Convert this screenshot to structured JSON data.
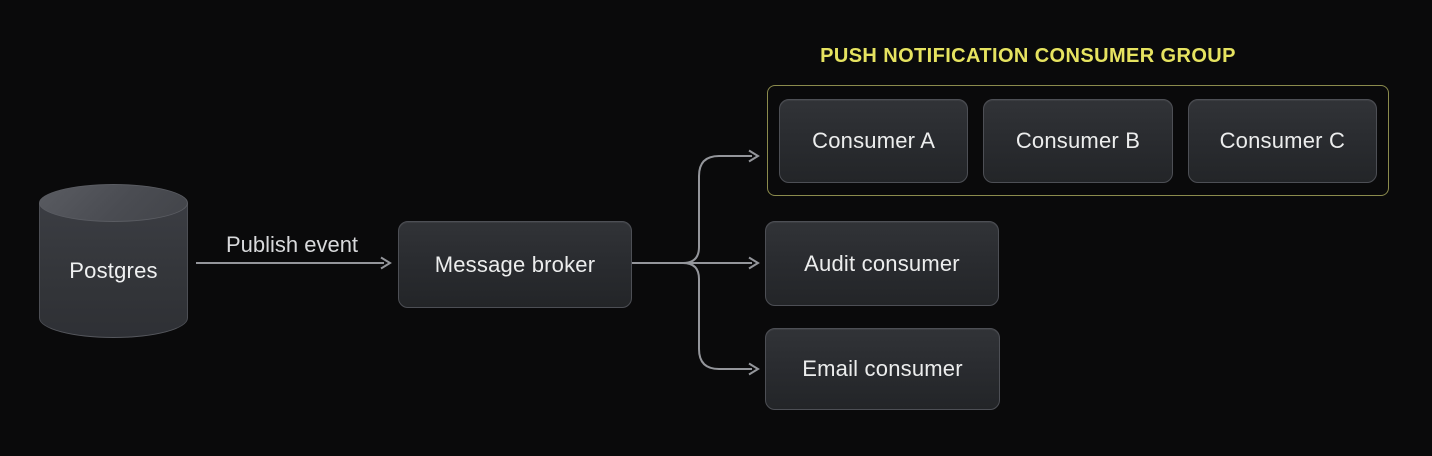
{
  "nodes": {
    "postgres": {
      "label": "Postgres"
    },
    "message_broker": {
      "label": "Message broker"
    },
    "audit_consumer": {
      "label": "Audit consumer"
    },
    "email_consumer": {
      "label": "Email consumer"
    }
  },
  "edges": {
    "publish_event": {
      "label": "Publish event"
    }
  },
  "consumer_group": {
    "title": "PUSH NOTIFICATION CONSUMER GROUP",
    "members": [
      {
        "label": "Consumer A"
      },
      {
        "label": "Consumer B"
      },
      {
        "label": "Consumer C"
      }
    ]
  },
  "colors": {
    "background": "#0a0a0b",
    "node_fill_top": "#313337",
    "node_fill_bottom": "#232528",
    "node_border": "#4d4f55",
    "node_text": "#eceded",
    "group_border": "#8b8b4d",
    "group_title_text": "#e6e360",
    "connector_line": "#94969b",
    "edge_label_text": "#d8d9db",
    "cylinder_fill": "#333539",
    "cylinder_top_fill": "#4a4c52"
  }
}
